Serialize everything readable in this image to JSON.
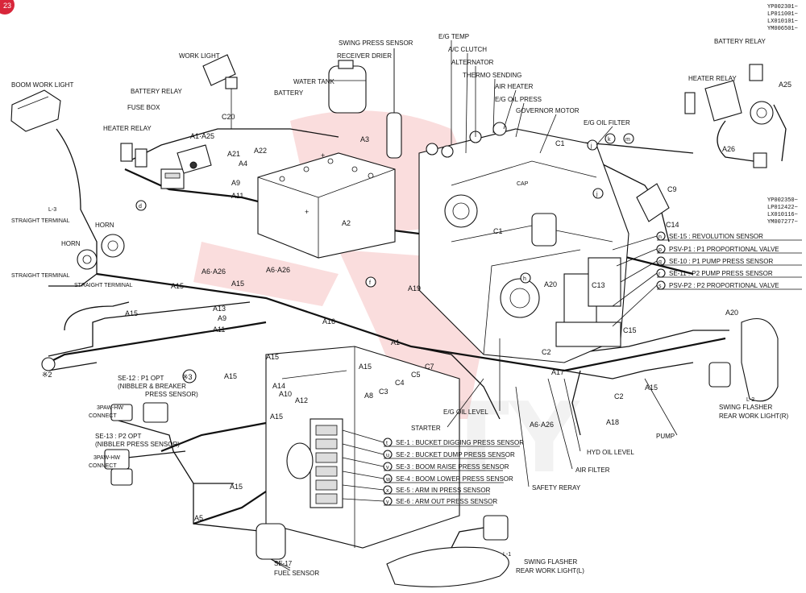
{
  "page_badge": "23",
  "serials_top": [
    "YP002301~",
    "LP011001~",
    "LX010101~",
    "YM006501~"
  ],
  "serials_mid": [
    "YP002350~",
    "LP012422~",
    "LX010116~",
    "YM007277~"
  ],
  "watermark": "RUTY",
  "labels": {
    "boom_work_light": "BOOM WORK LIGHT",
    "work_light": "WORK LIGHT",
    "battery_relay_left": "BATTERY RELAY",
    "fuse_box": "FUSE BOX",
    "heater_relay_left": "HEATER RELAY",
    "horn_a": "HORN",
    "horn_b": "HORN",
    "battery": "BATTERY",
    "water_tank": "WATER TANK",
    "swing_press_sensor": "SWING PRESS SENSOR",
    "receiver_drier": "RECEIVER DRIER",
    "eg_temp": "E/G TEMP",
    "ac_clutch": "A/C CLUTCH",
    "alternator": "ALTERNATOR",
    "thermo_sending": "THERMO SENDING",
    "air_heater": "AIR HEATER",
    "eg_oil_press": "E/G OIL PRESS",
    "governor_motor": "GOVERNOR MOTOR",
    "eg_oil_filter": "E/G OIL FILTER",
    "battery_relay_right": "BATTERY RELAY",
    "heater_relay_right": "HEATER RELAY",
    "eg_oil_level": "E/G OIL LEVEL",
    "starter": "STARTER",
    "hyd_oil_level": "HYD OIL LEVEL",
    "air_filter": "AIR FILTER",
    "safety_reray": "SAFETY RERAY",
    "pump": "PUMP",
    "fuel_sensor": "FUEL SENSOR",
    "se17": "SE-17",
    "swing_flasher_r_1": "SWING FLASHER",
    "swing_flasher_r_2": "REAR WORK LIGHT(R)",
    "swing_flasher_l_1": "SWING FLASHER",
    "swing_flasher_l_2": "REAR WORK LIGHT(L)",
    "l1": "L-1",
    "l2": "L-2",
    "l3": "L-3",
    "straight_terminal_1": "STRAIGHT TERMINAL",
    "straight_terminal_2": "STRAIGHT TERMINAL",
    "straight_terminal_3": "STRAIGHT TERMINAL",
    "cap": "CAP",
    "connect_1": "CONNECT",
    "connect_2": "CONNECT",
    "pin_1": "3PAW-HW",
    "pin_2": "3PAW-HW",
    "se12_1": "SE-12 : P1 OPT",
    "se12_2": "(NIBBLER & BREAKER",
    "se12_3": "PRESS SENSOR)",
    "se13_1": "SE-13 : P2 OPT",
    "se13_2": "(NIBBLER PRESS SENSOR)"
  },
  "sensor_list_right": [
    {
      "key": "n",
      "text": "SE-15 : REVOLUTION SENSOR"
    },
    {
      "key": "p",
      "text": "PSV-P1 : P1 PROPORTIONAL VALVE"
    },
    {
      "key": "q",
      "text": "SE-10 : P1 PUMP PRESS SENSOR"
    },
    {
      "key": "r",
      "text": "SE-11 : P2 PUMP PRESS SENSOR"
    },
    {
      "key": "s",
      "text": "PSV-P2 : P2 PROPORTIONAL VALVE"
    }
  ],
  "sensor_list_bottom": [
    {
      "key": "t",
      "text": "SE-1 : BUCKET DIGGING PRESS SENSOR"
    },
    {
      "key": "u",
      "text": "SE-2 : BUCKET DUMP PRESS SENSOR"
    },
    {
      "key": "v",
      "text": "SE-3 : BOOM RAISE PRESS SENSOR"
    },
    {
      "key": "w",
      "text": "SE-4 : BOOM LOWER PRESS SENSOR"
    },
    {
      "key": "x",
      "text": "SE-5 : ARM IN PRESS SENSOR"
    },
    {
      "key": "y",
      "text": "SE-6 : ARM OUT PRESS SENSOR"
    }
  ],
  "callouts": {
    "a15_1": "A15",
    "a15_2": "A15",
    "a15_3": "A15",
    "a15_4": "A15",
    "a15_5": "A15",
    "a15_6": "A15",
    "a15_7": "A15",
    "a15_8": "A15",
    "a15_9": "A15",
    "a6a26_1": "A6·A26",
    "a6a26_2": "A6·A26",
    "a6a26_3": "A6·A26",
    "a1a25": "A1·A25",
    "a21": "A21",
    "a22": "A22",
    "a4": "A4",
    "a9": "A9",
    "a11_1": "A11",
    "a11_2": "A11",
    "a9_2": "A9",
    "a13": "A13",
    "a2": "A2",
    "a3": "A3",
    "a16": "A16",
    "a19": "A19",
    "a1": "A1",
    "a20_1": "A20",
    "a20_2": "A20",
    "a14": "A14",
    "a10": "A10",
    "a12": "A12",
    "a8": "A8",
    "a5": "A5",
    "a17": "A17",
    "a18": "A18",
    "a25": "A25",
    "a26": "A26",
    "c1_1": "C1",
    "c1_2": "C1",
    "c2_1": "C2",
    "c2_2": "C2",
    "c3": "C3",
    "c4": "C4",
    "c5": "C5",
    "c7": "C7",
    "c9": "C9",
    "c13": "C13",
    "c14": "C14",
    "c15": "C15",
    "c20": "C20",
    "x2": "※2",
    "x3": "※3"
  }
}
